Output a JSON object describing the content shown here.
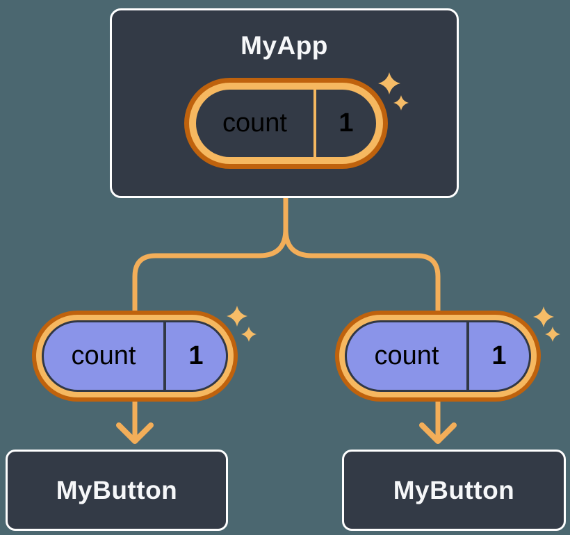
{
  "colors": {
    "background": "#4B6770",
    "node_fill": "#333A46",
    "node_border": "#FFFFFF",
    "node_text": "#F6F7F9",
    "line_orange": "#F3AE59",
    "ring_orange_dark": "#BF620D",
    "ring_orange_light": "#F6B860",
    "sparkle": "#F6BC67",
    "purple_fill": "#8A94E9",
    "purple_text": "#8A93E8",
    "ink": "#313845"
  },
  "icons": {
    "sparkle": "four-point-star",
    "arrow": "down-arrow"
  },
  "parent": {
    "title": "MyApp",
    "state": {
      "name": "count",
      "value": "1"
    }
  },
  "children": [
    {
      "title": "MyButton",
      "prop": {
        "name": "count",
        "value": "1"
      }
    },
    {
      "title": "MyButton",
      "prop": {
        "name": "count",
        "value": "1"
      }
    }
  ]
}
